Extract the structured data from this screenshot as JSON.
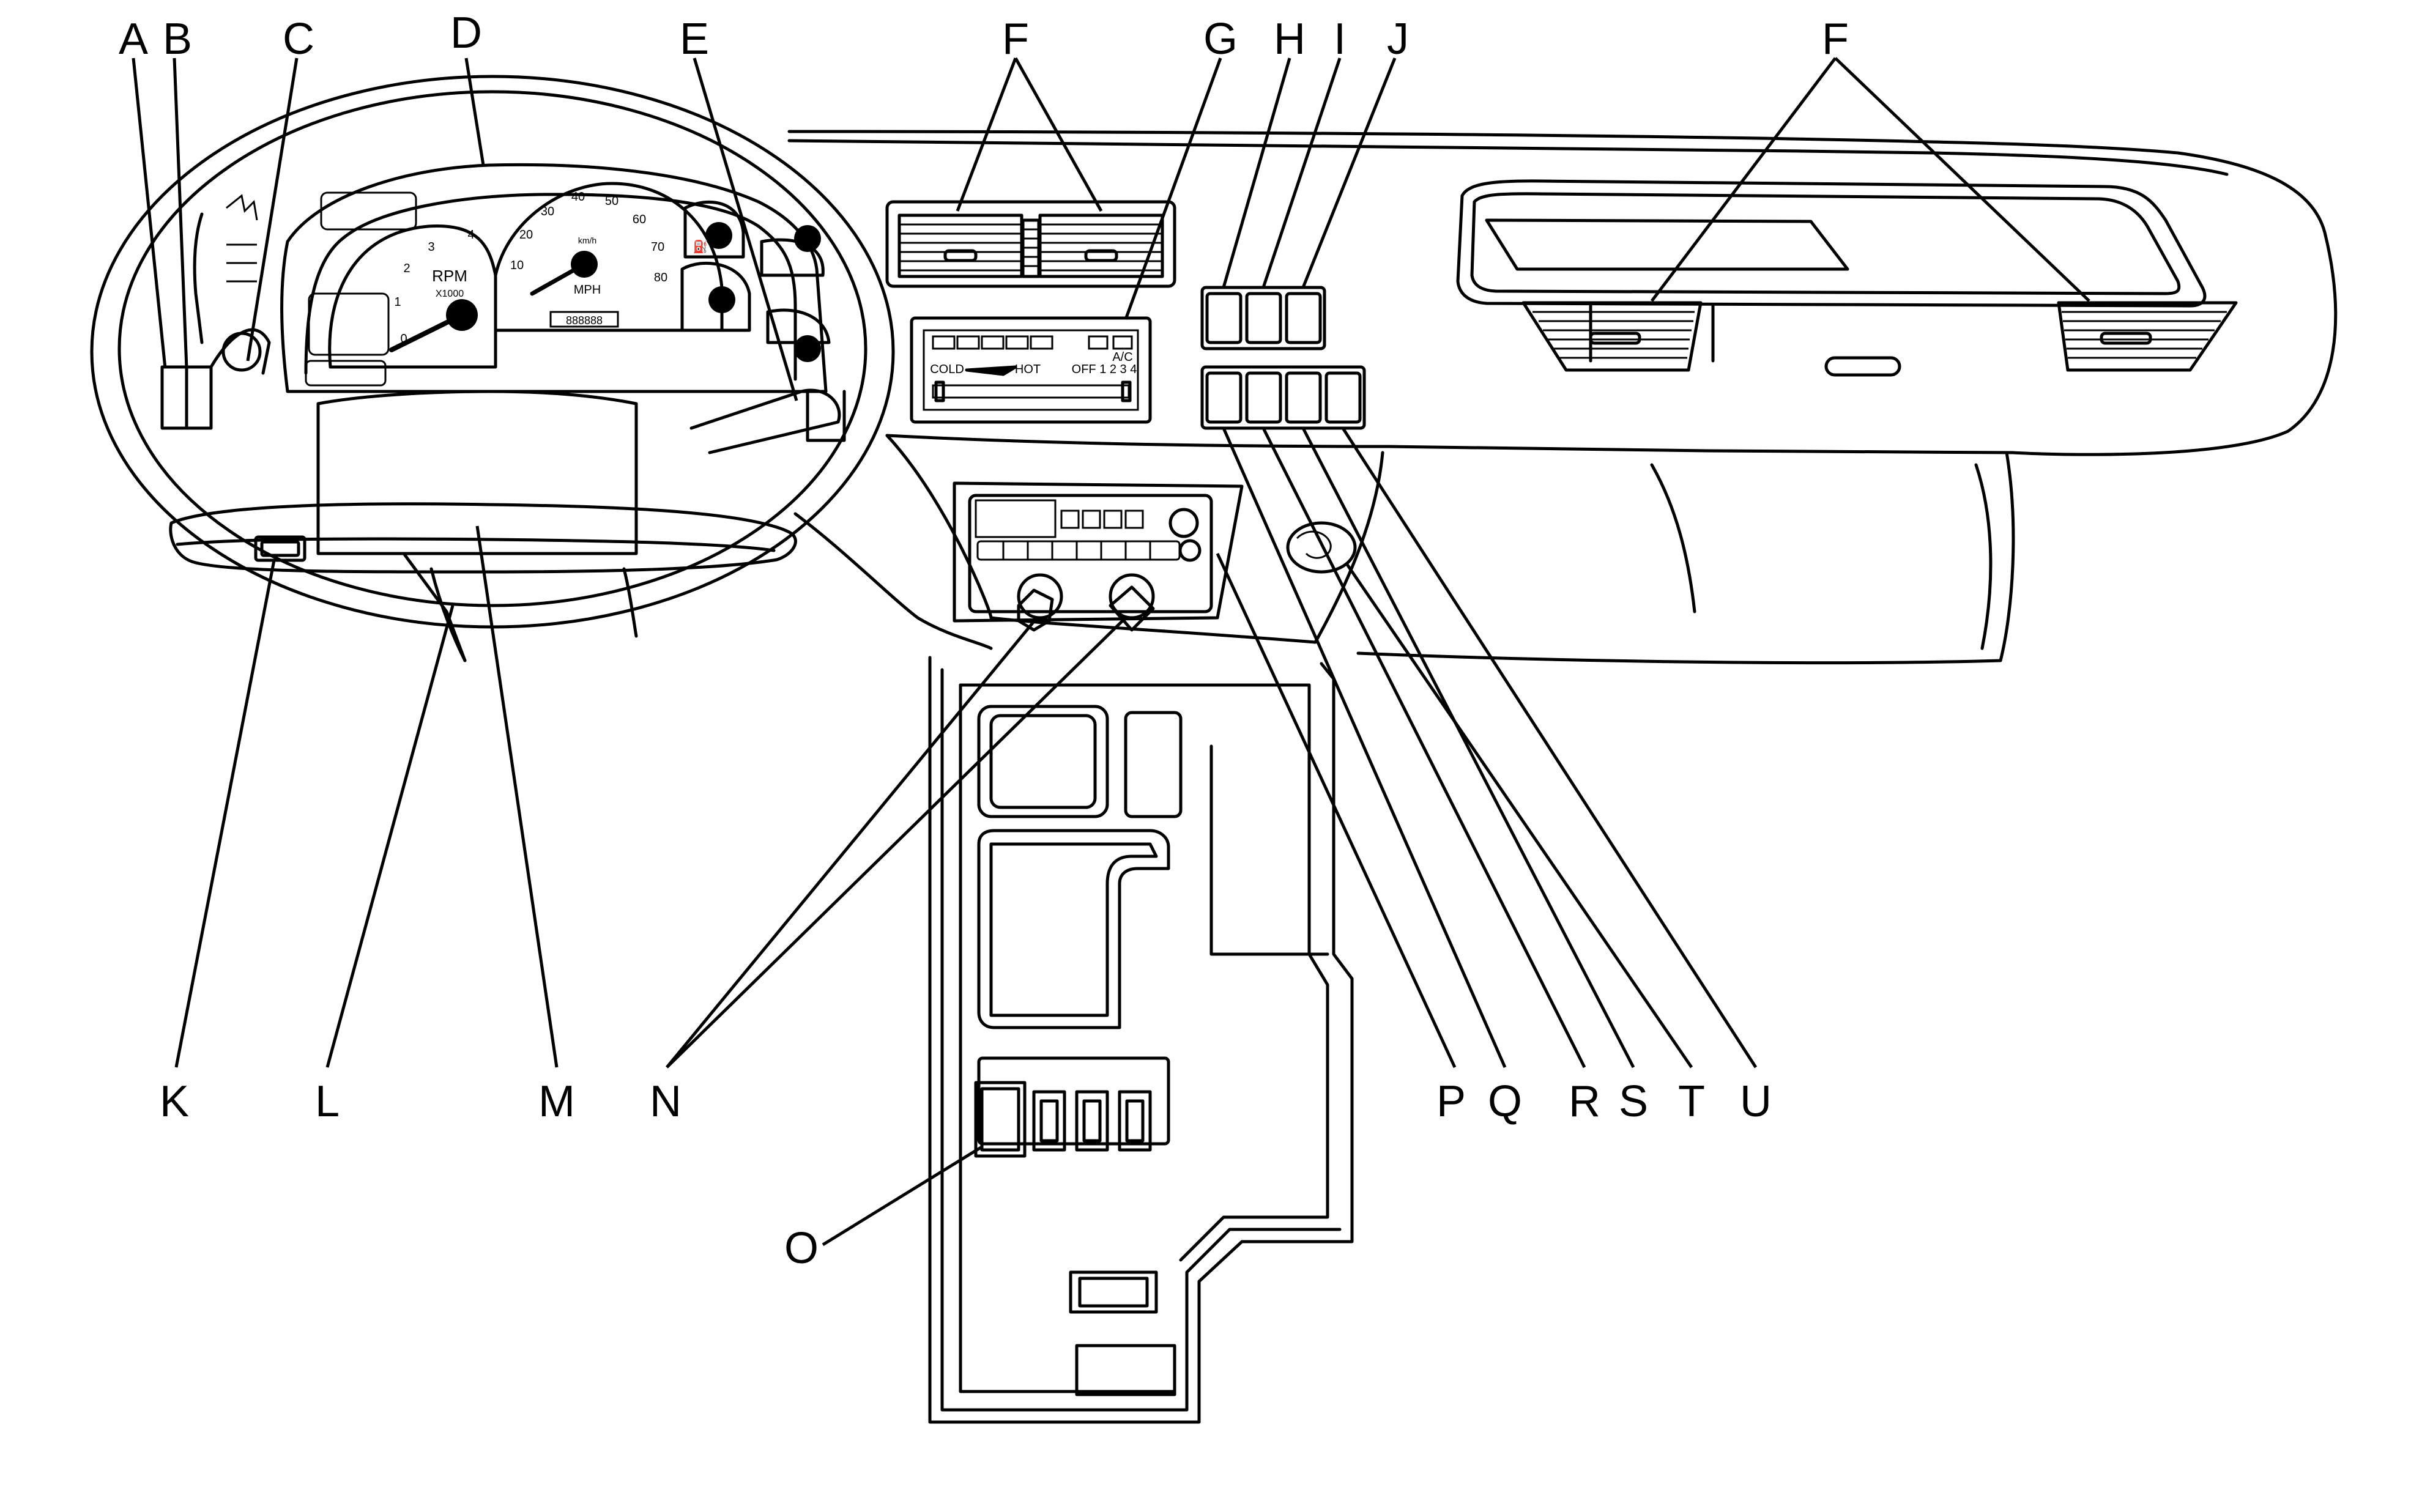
{
  "labels": {
    "A": "A",
    "B": "B",
    "C": "C",
    "D": "D",
    "E": "E",
    "F_left": "F",
    "G": "G",
    "H": "H",
    "I": "I",
    "J": "J",
    "F_right": "F",
    "K": "K",
    "L": "L",
    "M": "M",
    "N": "N",
    "O": "O",
    "P": "P",
    "Q": "Q",
    "R": "R",
    "S": "S",
    "T": "T",
    "U": "U"
  },
  "gauges": {
    "rpm_word": "RPM",
    "rpm_scale": "X1000",
    "rpm_ticks": [
      "0",
      "1",
      "2",
      "3",
      "4"
    ],
    "speed_unit": "MPH",
    "speed_unit_metric": "km/h",
    "speed_ticks": [
      "10",
      "20",
      "30",
      "40",
      "50",
      "60",
      "70",
      "80"
    ],
    "odometer": "888888"
  },
  "climate_panel": {
    "ac_label": "A/C",
    "cold_label": "COLD",
    "hot_label": "HOT",
    "fan_label": "OFF  1  2  3  4"
  },
  "icons": {
    "fuel": "fuel-gauge-icon",
    "oil": "oil-pressure-icon",
    "temp": "coolant-temperature-icon",
    "battery": "battery-icon"
  }
}
